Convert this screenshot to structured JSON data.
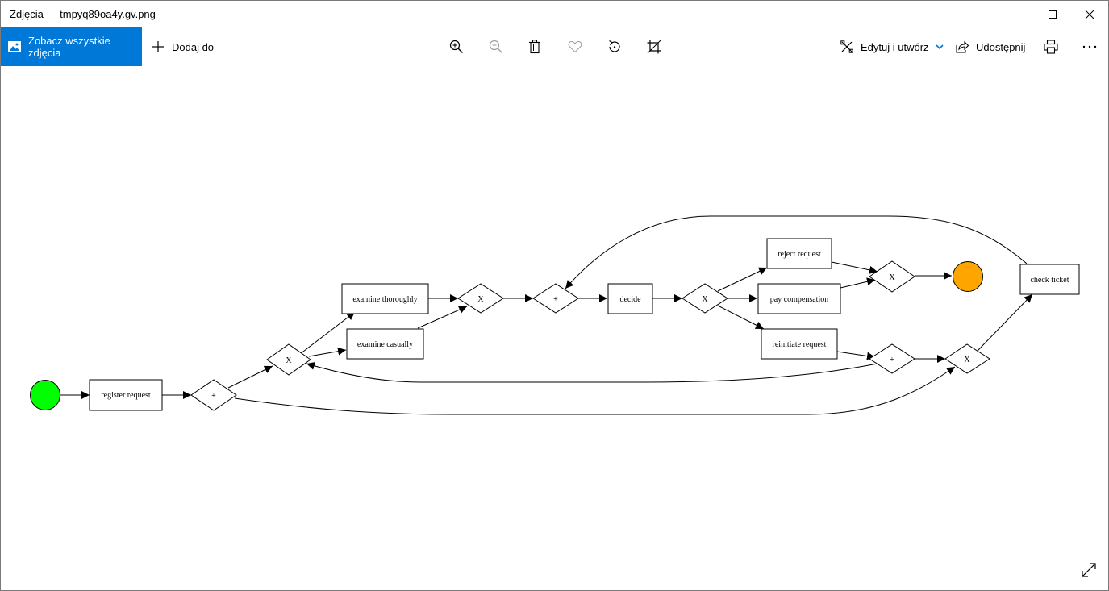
{
  "window": {
    "title": "Zdjęcia — tmpyq89oa4y.gv.png"
  },
  "toolbar": {
    "see_all_label": "Zobacz wszystkie zdjęcia",
    "add_to_label": "Dodaj do",
    "edit_create_label": "Edytuj i utwórz",
    "share_label": "Udostępnij"
  },
  "diagram": {
    "tasks": {
      "register_request": "register request",
      "examine_thoroughly": "examine thoroughly",
      "examine_casually": "examine casually",
      "decide": "decide",
      "reject_request": "reject request",
      "pay_compensation": "pay compensation",
      "reinitiate_request": "reinitiate request",
      "check_ticket": "check ticket"
    },
    "gateways": {
      "and_split": "+",
      "xor_split_examine": "X",
      "xor_join_examine": "X",
      "and_join_decide": "+",
      "xor_split_decide": "X",
      "xor_join_end": "X",
      "and_after_reinitiate": "+",
      "xor_before_check": "X"
    },
    "colors": {
      "start_event": "#00ff00",
      "end_event": "#ffa500",
      "accent": "#0078d7"
    }
  }
}
